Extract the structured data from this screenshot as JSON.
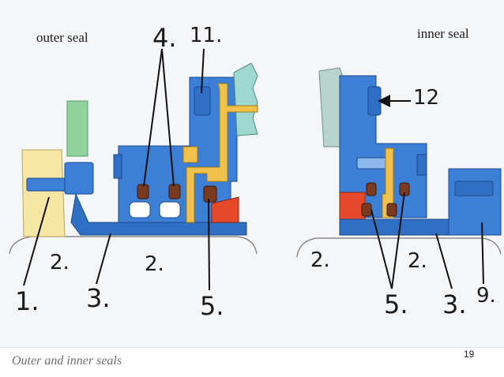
{
  "figure": {
    "outer_title": "outer seal",
    "inner_title": "inner seal",
    "labels": {
      "n1": "1.",
      "n2a": "2.",
      "n2b": "2.",
      "n2c": "2.",
      "n2d": "2.",
      "n3a": "3.",
      "n3b": "3.",
      "n4": "4.",
      "n5a": "5.",
      "n5b": "5.",
      "n9": "9.",
      "n11": "11.",
      "n12": "12"
    }
  },
  "caption": "Outer and inner seals",
  "page_number": "19",
  "colors": {
    "housing_blue": "#3b7fd6",
    "shaft_blue": "#2f6fc4",
    "gland_yellow": "#f0c24b",
    "pale_yellow": "#f7e6a6",
    "green": "#8fd29c",
    "teal": "#9fd8cf",
    "seal_brown": "#7a3a20",
    "red_orange": "#e5492a"
  }
}
